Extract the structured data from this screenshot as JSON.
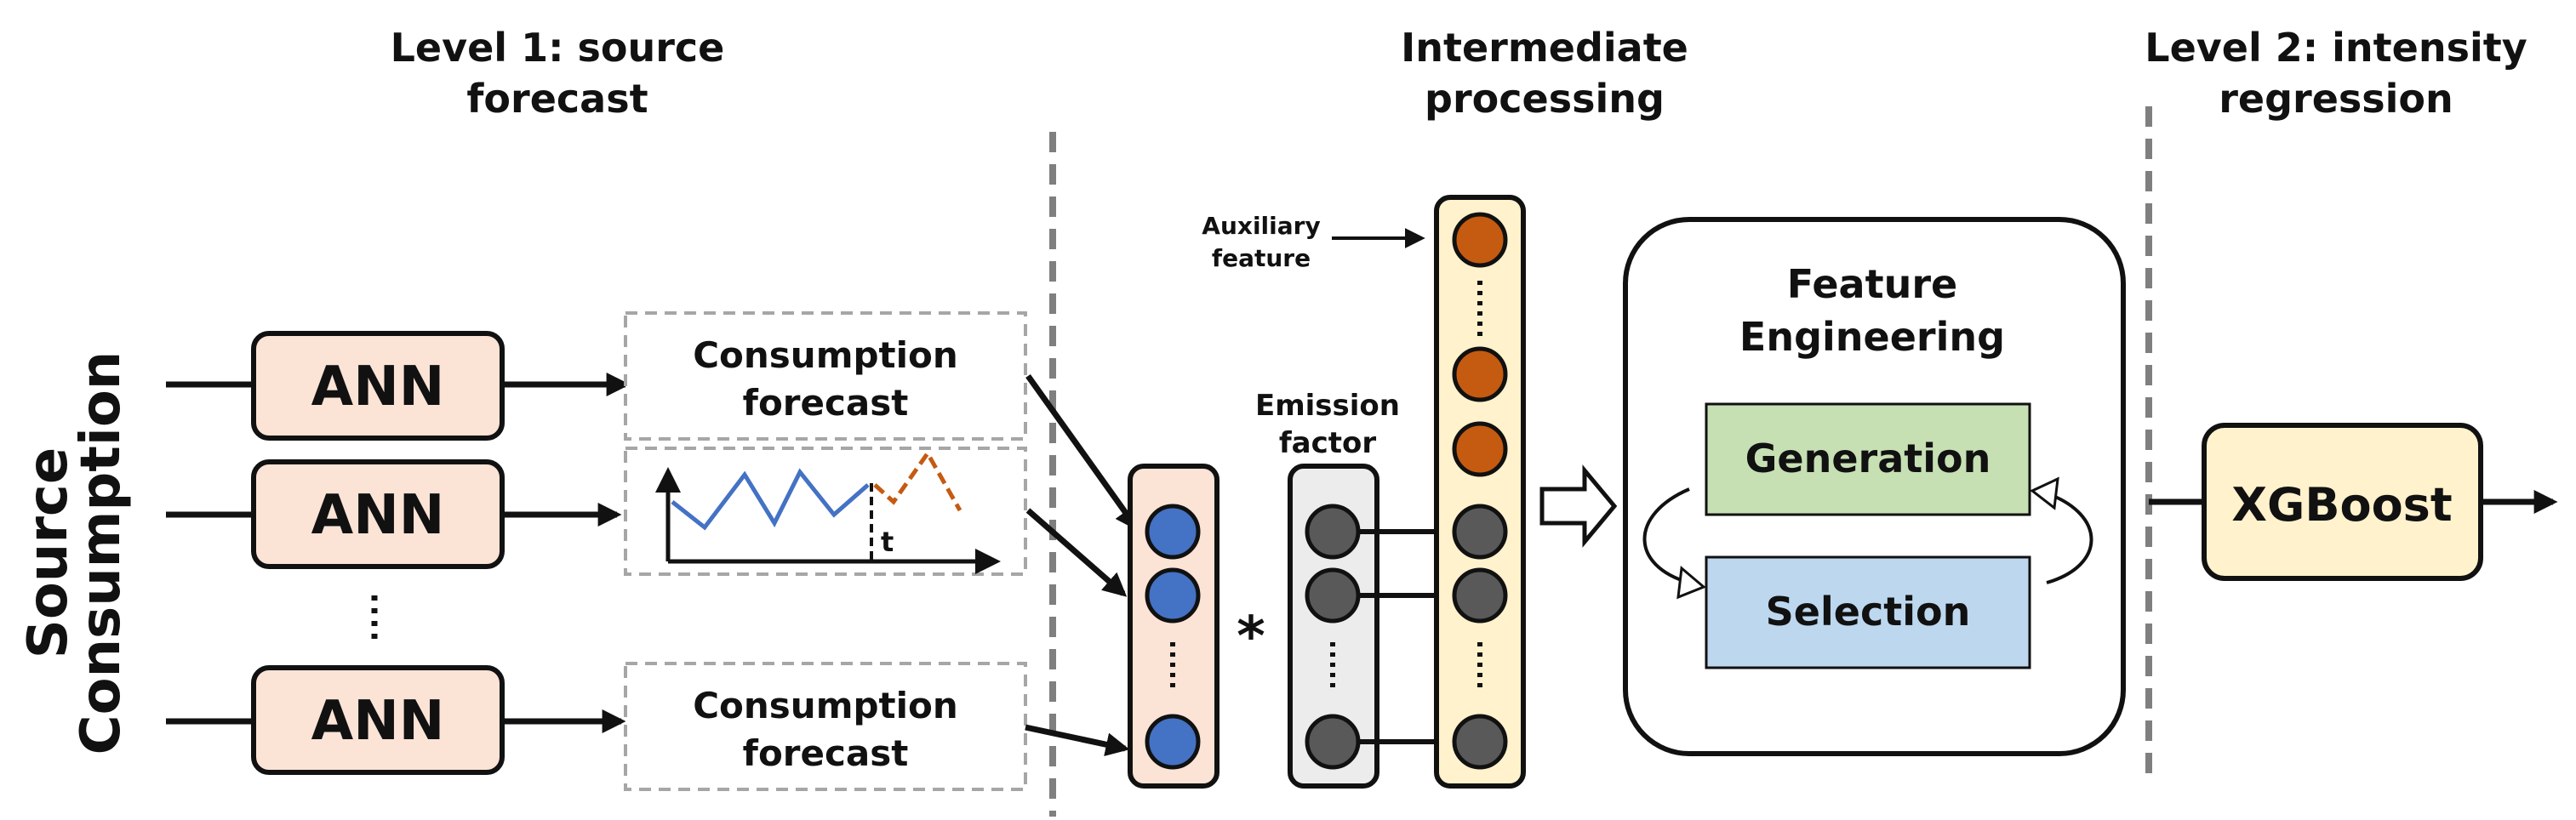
{
  "headers": {
    "level1": [
      "Level 1: source",
      "forecast"
    ],
    "intermediate": [
      "Intermediate",
      "processing"
    ],
    "level2": [
      "Level 2: intensity",
      "regression"
    ]
  },
  "side_label": [
    "Source",
    "Consumption"
  ],
  "ann_label": "ANN",
  "forecast_box": [
    "Consumption",
    "forecast"
  ],
  "time_marker": "t",
  "auxiliary_label": [
    "Auxiliary",
    "feature"
  ],
  "emission_label": [
    "Emission",
    "factor"
  ],
  "multiply_symbol": "*",
  "feature_engineering": {
    "title": [
      "Feature",
      "Engineering"
    ],
    "generation": "Generation",
    "selection": "Selection"
  },
  "model": "XGBoost",
  "colors": {
    "ann_fill": "#fbe3d6",
    "blue_node": "#4472c4",
    "orange_node": "#c55a11",
    "gray_node": "#595959",
    "vector_fill": "#fff2cc",
    "emission_fill": "#ececec",
    "generation_fill": "#c6e0b4",
    "selection_fill": "#bdd7ee",
    "xgboost_fill": "#fff2cc",
    "dashed_divider": "#7f7f7f"
  }
}
